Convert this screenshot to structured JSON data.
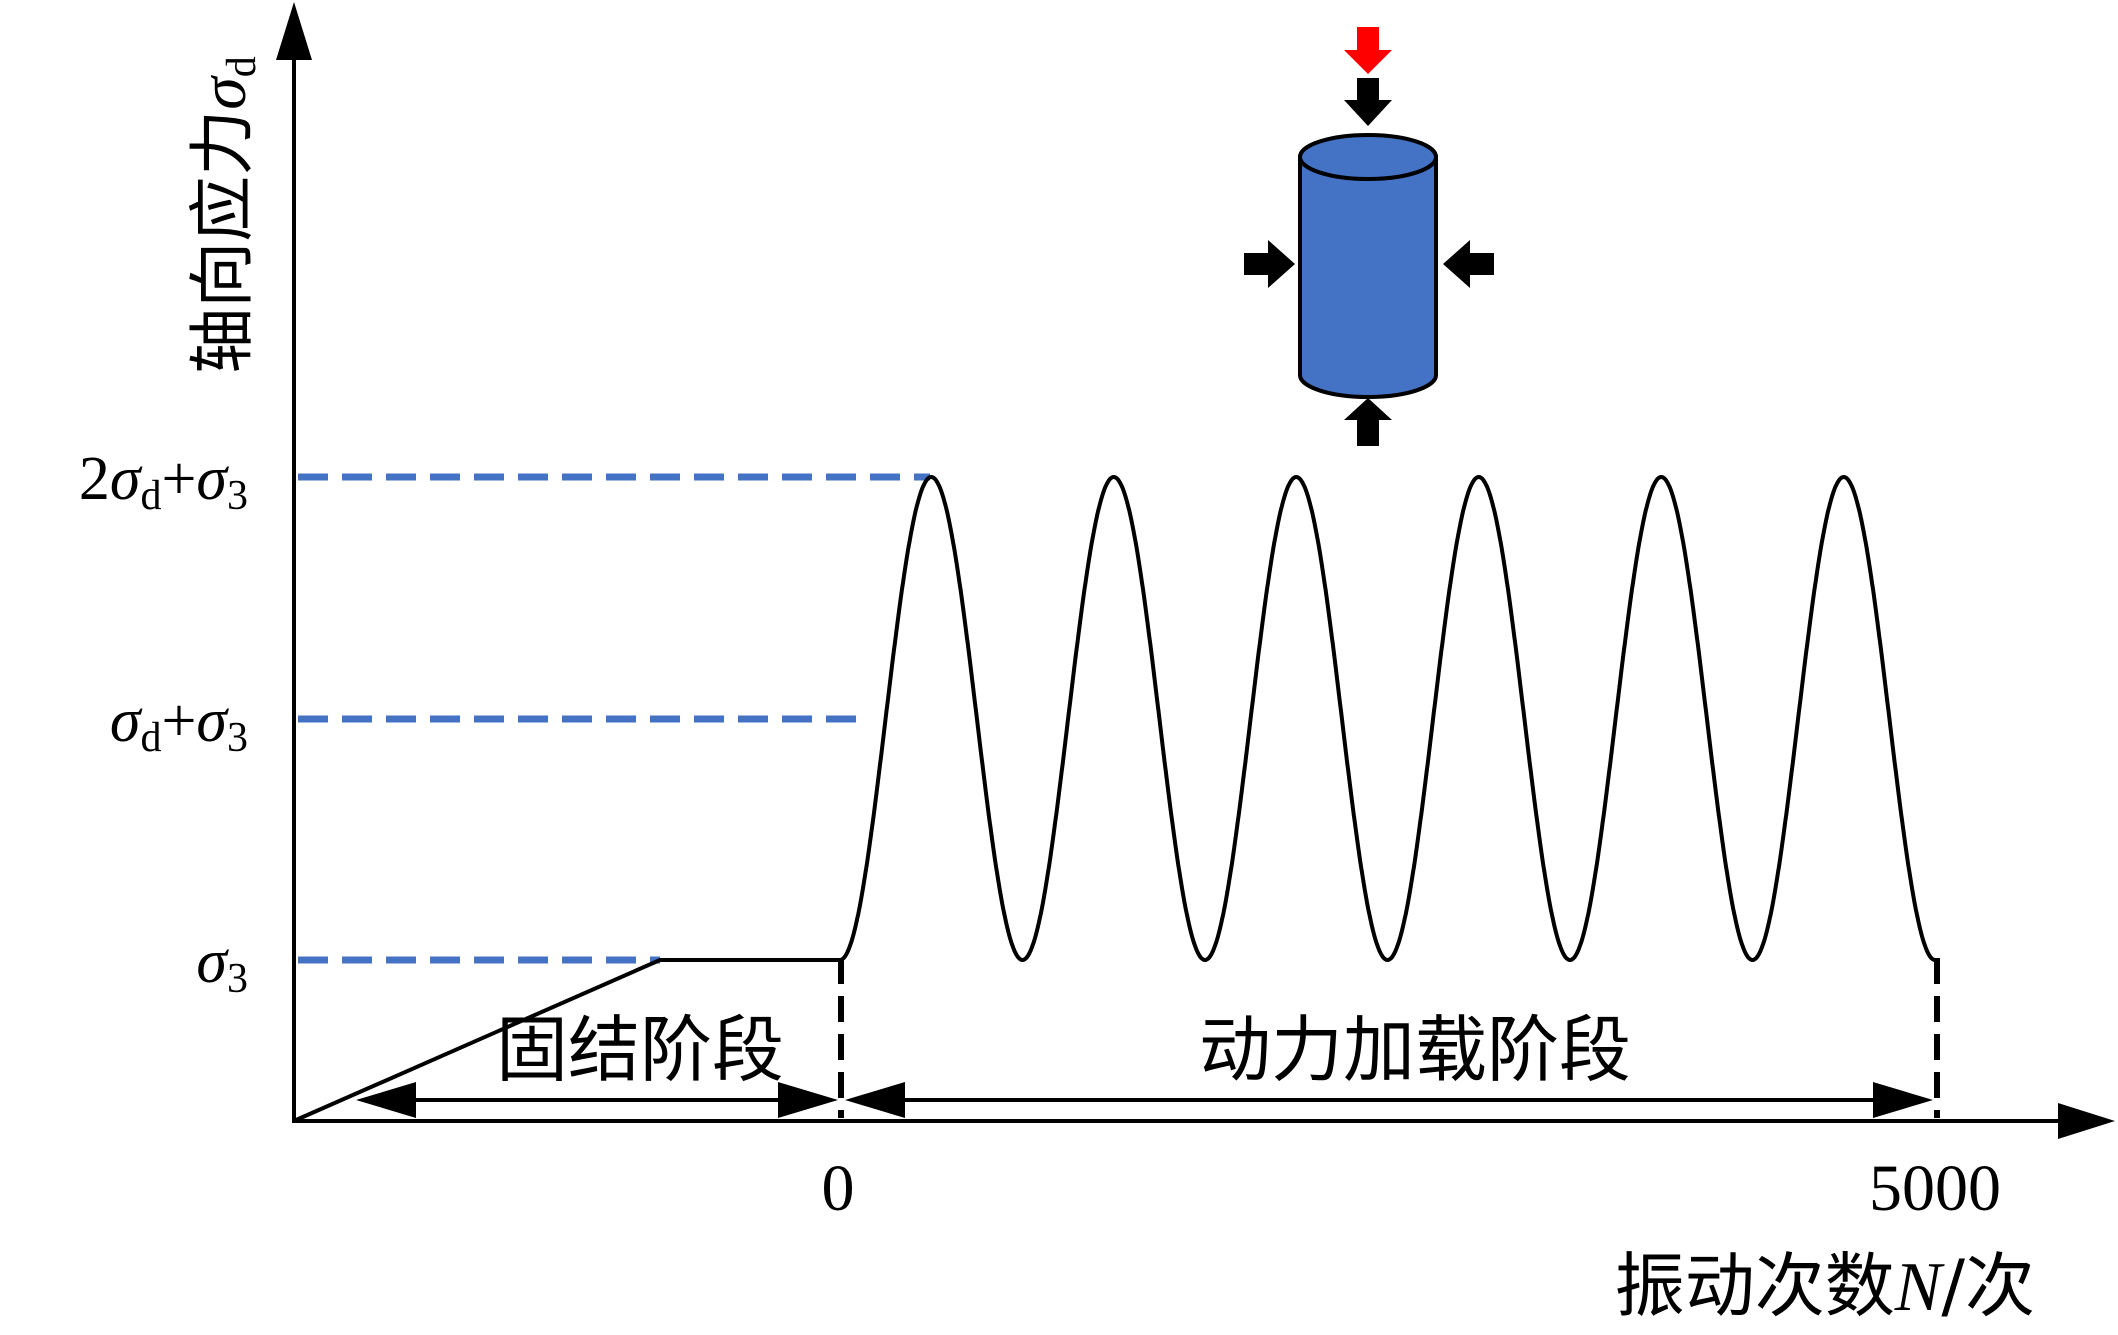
{
  "y_axis": {
    "label_cjk": "轴向应力",
    "label_symbol": "σ",
    "label_sub": "d"
  },
  "y_ticks": [
    {
      "level": 2,
      "parts": [
        {
          "t": "2",
          "i": false
        },
        {
          "t": "σ",
          "i": true
        },
        {
          "t": "d",
          "i": false,
          "sub": true
        },
        {
          "t": "+",
          "i": false
        },
        {
          "t": "σ",
          "i": true
        },
        {
          "t": "3",
          "i": false,
          "sub": true
        }
      ]
    },
    {
      "level": 1,
      "parts": [
        {
          "t": "σ",
          "i": true
        },
        {
          "t": "d",
          "i": false,
          "sub": true
        },
        {
          "t": "+",
          "i": false
        },
        {
          "t": "σ",
          "i": true
        },
        {
          "t": "3",
          "i": false,
          "sub": true
        }
      ]
    },
    {
      "level": 0,
      "parts": [
        {
          "t": "σ",
          "i": true
        },
        {
          "t": "3",
          "i": false,
          "sub": true
        }
      ]
    }
  ],
  "x_axis": {
    "label_cjk": "振动次数",
    "label_var": "N",
    "label_unit": "/次",
    "ticks": [
      "0",
      "5000"
    ]
  },
  "stages": {
    "consolidation": "固结阶段",
    "dynamic": "动力加载阶段"
  },
  "waveform": {
    "cycles": 6
  },
  "specimen": {
    "body_color": "#4472C4",
    "load_arrow_color": "#FF0000",
    "confining_arrow_color": "#000000",
    "icons": [
      "cylinder-specimen",
      "axial-load-arrow",
      "confining-pressure-arrow"
    ]
  },
  "colors": {
    "dashed_guides": "#4472C4",
    "axes": "#000000"
  }
}
